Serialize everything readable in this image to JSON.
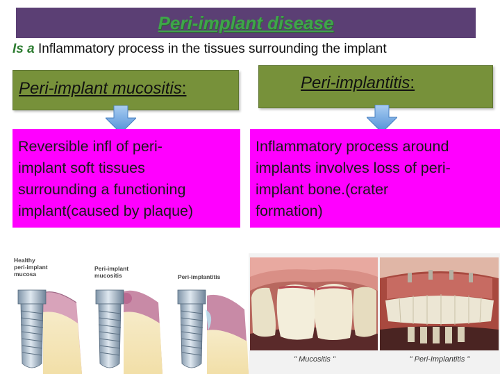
{
  "title": "Peri-implant disease",
  "subtitle": {
    "lead": "Is a",
    "text": "Inflammatory process in the tissues surrounding the implant"
  },
  "left": {
    "heading": "Peri-implant mucositis",
    "heading_suffix": ":",
    "lines": [
      "Reversible infl of peri-",
      "implant soft tissues",
      "surrounding a functioning",
      "implant(caused by plaque)"
    ]
  },
  "right": {
    "heading": "Peri-implantitis",
    "heading_suffix": ":",
    "lines": [
      "Inflammatory process around",
      "implants involves loss of peri-",
      "implant bone.(crater",
      "formation)"
    ]
  },
  "diagram": {
    "labels": [
      [
        "Healthy",
        "peri-implant",
        "mucosa"
      ],
      [
        "Peri-implant",
        "mucositis"
      ],
      [
        "Peri-implantitis"
      ]
    ]
  },
  "photos": {
    "caption_left": "\" Mucositis \"",
    "caption_right": "\" Peri-Implantitis \""
  },
  "colors": {
    "title_bg": "#5b3f74",
    "title_text": "#3fa54a",
    "green_box": "#77913a",
    "pink_box": "#ff00ff",
    "arrow": "#6ea8e0"
  }
}
